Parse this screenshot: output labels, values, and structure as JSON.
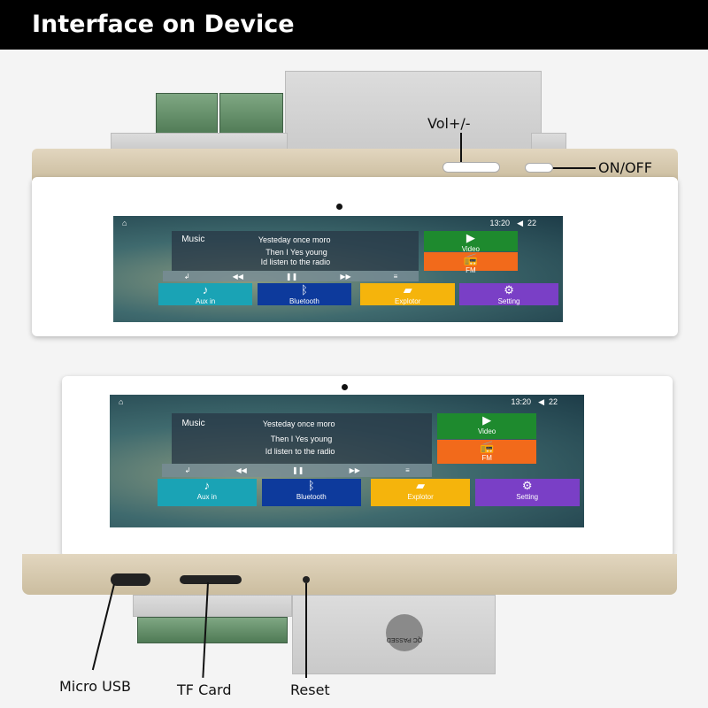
{
  "title": "Interface on Device",
  "callouts": {
    "vol": "Vol+/-",
    "power": "ON/OFF",
    "usb": "Micro USB",
    "tf": "TF Card",
    "reset": "Reset"
  },
  "screen": {
    "time": "13:20",
    "volume": "22",
    "home_icon": "home-icon",
    "speaker_icon": "speaker-icon",
    "music": {
      "label": "Music",
      "line1": "Yesteday once moro",
      "line2": "Then I Yes young",
      "line3": "Id listen to the radio"
    },
    "controls": [
      "repeat-icon",
      "rewind-icon",
      "pause-icon",
      "forward-icon",
      "playlist-icon"
    ],
    "tiles": [
      {
        "label": "Video",
        "color": "#1e8a2e",
        "icon": "play-icon"
      },
      {
        "label": "FM",
        "color": "#f26a1b",
        "icon": "radio-icon"
      },
      {
        "label": "Aux in",
        "color": "#1aa3b5",
        "icon": "aux-cable-icon"
      },
      {
        "label": "Bluetooth",
        "color": "#0d3a9c",
        "icon": "bluetooth-icon"
      },
      {
        "label": "Explotor",
        "color": "#f5b40c",
        "icon": "folder-icon"
      },
      {
        "label": "Setting",
        "color": "#7a3fc6",
        "icon": "gear-icon"
      }
    ]
  },
  "badge": "QC PASSED"
}
